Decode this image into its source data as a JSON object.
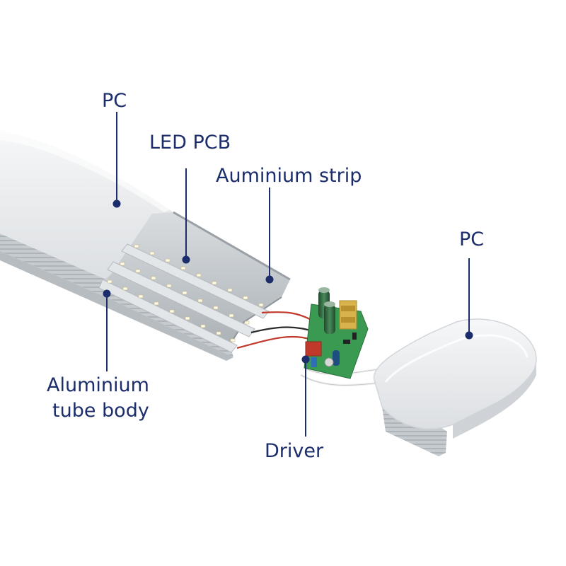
{
  "labels": {
    "pc_top": "PC",
    "led_pcb": "LED PCB",
    "aluminium_strip": "Auminium strip",
    "pc_right": "PC",
    "aluminium_tube_line1": "Aluminium",
    "aluminium_tube_line2": "tube body",
    "driver": "Driver"
  },
  "colors": {
    "callout": "#1c2d6b",
    "pc_cover": "#eceef0",
    "aluminium": "#c3c8cd",
    "led_chip": "#fffbe6",
    "pcb": "#3a9a52",
    "wire_red": "#c0392b",
    "capacitor": "#2e5e3a"
  }
}
